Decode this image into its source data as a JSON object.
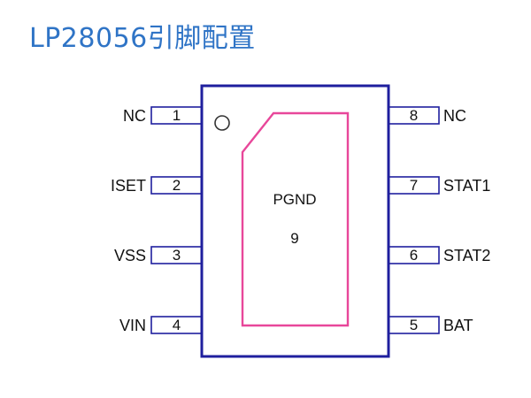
{
  "title": "LP28056引脚配置",
  "colors": {
    "title": "#2f74c6",
    "outline": "#1f1f9e",
    "pad": "#e8479a",
    "text": "#111111"
  },
  "pad": {
    "name": "PGND",
    "number": "9"
  },
  "pins_left": [
    {
      "number": "1",
      "name": "NC"
    },
    {
      "number": "2",
      "name": "ISET"
    },
    {
      "number": "3",
      "name": "VSS"
    },
    {
      "number": "4",
      "name": "VIN"
    }
  ],
  "pins_right": [
    {
      "number": "8",
      "name": "NC"
    },
    {
      "number": "7",
      "name": "STAT1"
    },
    {
      "number": "6",
      "name": "STAT2"
    },
    {
      "number": "5",
      "name": "BAT"
    }
  ]
}
